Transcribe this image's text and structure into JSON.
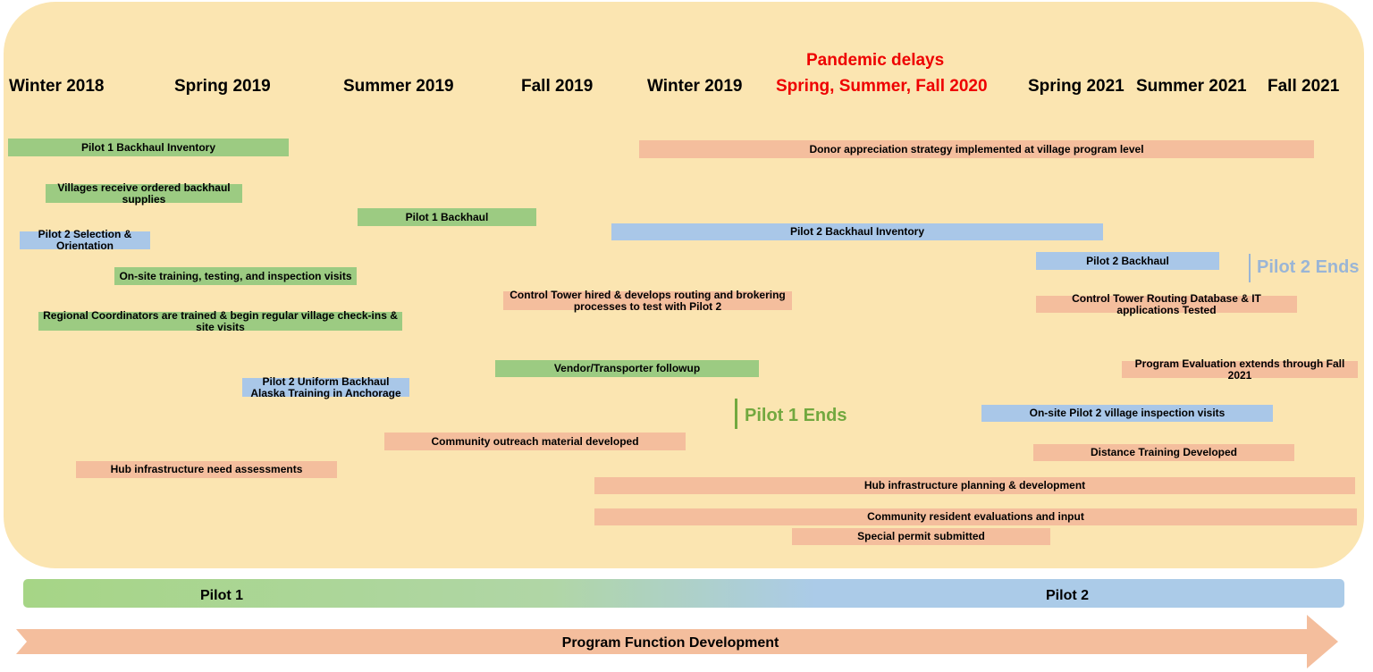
{
  "seasons": {
    "winter_2018": "Winter 2018",
    "spring_2019": "Spring 2019",
    "summer_2019": "Summer 2019",
    "fall_2019": "Fall 2019",
    "winter_2019": "Winter 2019",
    "pandemic_note": "Pandemic delays",
    "pandemic_range": "Spring, Summer, Fall 2020",
    "spring_2021": "Spring 2021",
    "summer_2021": "Summer 2021",
    "fall_2021": "Fall 2021"
  },
  "tasks": {
    "pilot1_backhaul_inventory": "Pilot 1 Backhaul Inventory",
    "villages_receive_supplies": "Villages receive ordered backhaul supplies",
    "pilot2_selection": "Pilot 2 Selection & Orientation",
    "onsite_training": "On-site training, testing, and inspection visits",
    "regional_coordinators": "Regional Coordinators are trained & begin regular village check-ins & site visits",
    "pilot2_uniform_training": "Pilot 2 Uniform Backhaul Alaska Training in Anchorage",
    "hub_needs_assessment": "Hub infrastructure need assessments",
    "pilot1_backhaul": "Pilot 1 Backhaul",
    "community_outreach": "Community outreach material developed",
    "control_tower_hired": "Control Tower hired & develops routing and brokering processes  to test with Pilot 2",
    "vendor_followup": "Vendor/Transporter followup",
    "donor_appreciation": "Donor appreciation strategy implemented at village program level",
    "pilot2_backhaul_inventory": "Pilot 2 Backhaul Inventory",
    "hub_planning": "Hub infrastructure planning & development",
    "community_evaluations": "Community resident evaluations and input",
    "special_permit": "Special permit submitted",
    "pilot2_backhaul": "Pilot 2 Backhaul",
    "control_tower_db": "Control Tower Routing Database & IT applications Tested",
    "program_evaluation": "Program Evaluation extends through Fall 2021",
    "onsite_pilot2_inspection": "On-site Pilot 2 village inspection visits",
    "distance_training": "Distance Training Developed"
  },
  "milestones": {
    "pilot1_ends": "Pilot 1 Ends",
    "pilot2_ends": "Pilot 2 Ends"
  },
  "bands": {
    "pilot1": "Pilot 1",
    "pilot2": "Pilot 2",
    "program_function": "Program Function Development"
  },
  "colors": {
    "panel": "#fbe5b1",
    "green": "#9ccb82",
    "blue": "#a9c7e8",
    "orange": "#f4be9d",
    "pandemic_red": "#ee0000",
    "pilot1_ends": "#72a83f",
    "pilot2_ends": "#9ab5d6"
  }
}
